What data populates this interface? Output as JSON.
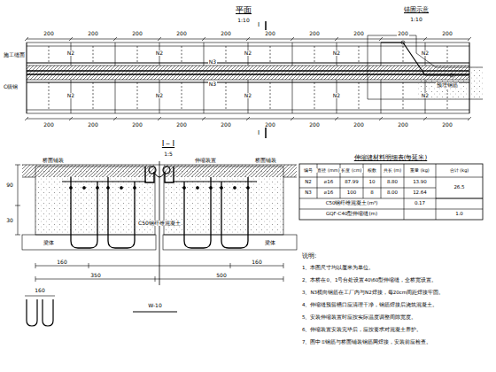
{
  "diagram": {
    "labels": [
      "平面",
      "1:10",
      "200",
      "200",
      "200",
      "200",
      "200",
      "200",
      "200",
      "200",
      "200",
      "200",
      "200",
      "200",
      "200",
      "200",
      "200",
      "200",
      "200",
      "200",
      "200",
      "200",
      "N2",
      "N2",
      "N2",
      "N2",
      "N2",
      "N2",
      "N2",
      "N2",
      "N2",
      "N2",
      "N3",
      "N3",
      "I",
      "I",
      "施工缝面",
      "C级钢",
      "锚固示意",
      "1:10",
      "预埋钢筋",
      "I－I",
      "1:5",
      "桥面铺装",
      "桥面铺装",
      "伸缩装置",
      "C50钢纤维混凝土",
      "梁体",
      "梁体",
      "160",
      "350",
      "160",
      "500",
      "90",
      "30",
      "160",
      "W-10",
      "伸缩缝材料明细表(每延米)",
      "编号",
      "直径 (mm)",
      "长度 (cm)",
      "根数",
      "共长 (m)",
      "重量 (kg)",
      "合计 (kg)",
      "N2",
      "⌀16",
      "87.99",
      "10",
      "8.80",
      "13.90",
      "26.5",
      "N3",
      "⌀16",
      "100",
      "8",
      "8.00",
      "12.64",
      "C50钢纤维混凝土(m³)",
      "0.17",
      "GQF-C40型伸缩缝(m)",
      "1.0",
      "说明:",
      "1、本图尺寸均以厘米为单位。",
      "2、本桥在0、1号台处设置40\\60型伸缩缝，全桥宽设置。",
      "3、N3横向钢筋在工厂内与N2焊接，每20cm间距焊接牢固。",
      "4、伸缩缝预留槽口应清理干净，钢筋焊接后浇筑混凝土。",
      "5、安装伸缩装置时应按实际温度调整间隙宽度。",
      "6、伸缩装置安装完毕后，应按要求对混凝土养护。",
      "7、图中①钢筋与桥面铺装钢筋网焊接，安装前应检查。"
    ]
  }
}
